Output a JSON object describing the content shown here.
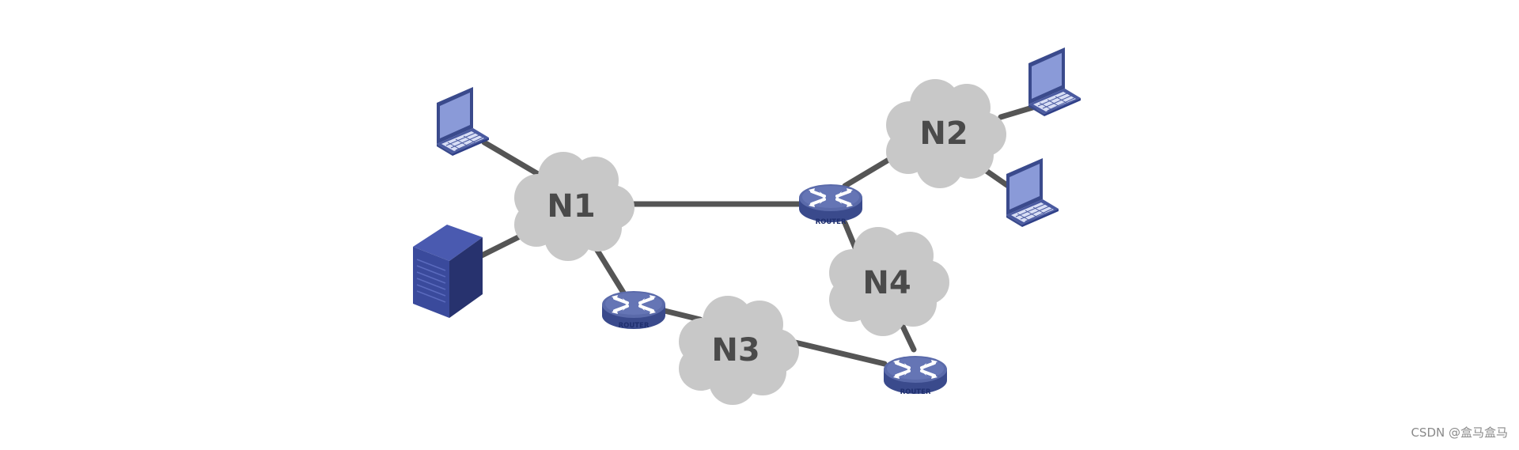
{
  "diagram": {
    "clouds": [
      {
        "id": "n1",
        "label": "N1"
      },
      {
        "id": "n2",
        "label": "N2"
      },
      {
        "id": "n3",
        "label": "N3"
      },
      {
        "id": "n4",
        "label": "N4"
      }
    ],
    "routers": [
      {
        "id": "r1",
        "label": "ROUTER"
      },
      {
        "id": "r2",
        "label": "ROUTER"
      },
      {
        "id": "r3",
        "label": "ROUTER"
      }
    ],
    "hosts": [
      {
        "id": "laptop-1",
        "icon": "laptop-icon"
      },
      {
        "id": "laptop-2",
        "icon": "laptop-icon"
      },
      {
        "id": "laptop-3",
        "icon": "laptop-icon"
      },
      {
        "id": "server-1",
        "icon": "server-icon"
      }
    ],
    "links": [
      [
        "laptop-1",
        "n1"
      ],
      [
        "server-1",
        "n1"
      ],
      [
        "n1",
        "r1"
      ],
      [
        "n1",
        "r2"
      ],
      [
        "r1",
        "n3"
      ],
      [
        "n3",
        "r3"
      ],
      [
        "r3",
        "n4"
      ],
      [
        "n4",
        "r2"
      ],
      [
        "r2",
        "n2"
      ],
      [
        "n2",
        "laptop-2"
      ],
      [
        "n2",
        "laptop-3"
      ]
    ],
    "colors": {
      "link": "#555555",
      "cloud": "#c8c8c8",
      "router_top": "#5a6aaa",
      "router_side": "#3a4a8c",
      "laptop_screen": "#8a9ad8",
      "server_body": "#2f3f88"
    }
  },
  "watermark": "CSDN @盒马盒马"
}
